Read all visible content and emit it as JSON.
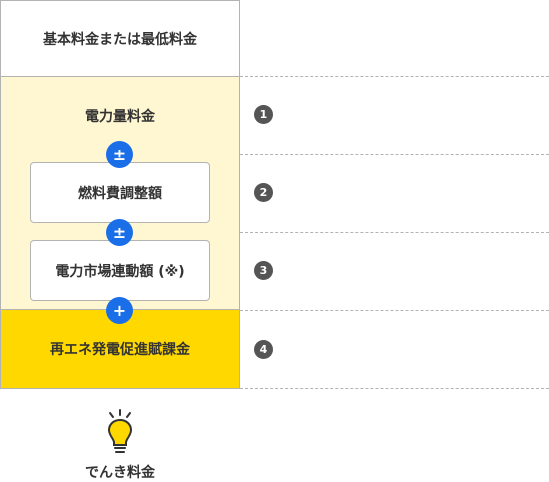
{
  "base": {
    "label": "基本料金または最低料金"
  },
  "energy": {
    "label": "電力量料金"
  },
  "fuel": {
    "label": "燃料費調整額"
  },
  "market": {
    "label": "電力市場連動額 (※)"
  },
  "renewable": {
    "label": "再エネ発電促進賦課金"
  },
  "operators": {
    "pm1": "±",
    "pm2": "±",
    "plus": "+"
  },
  "numbers": [
    "1",
    "2",
    "3",
    "4"
  ],
  "total": {
    "label": "でんき料金",
    "icon": "lightbulb-icon"
  },
  "colors": {
    "energy_bg": "#fff7d1",
    "renewable_bg": "#ffd800",
    "operator": "#1a6fe8",
    "number_bg": "#555555"
  }
}
